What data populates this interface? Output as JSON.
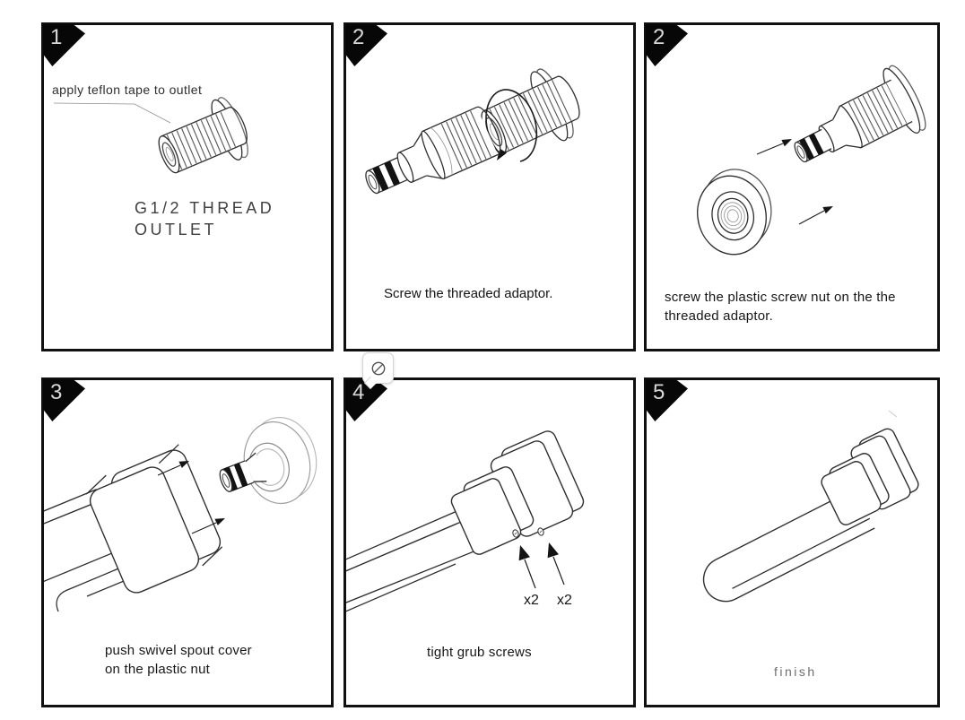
{
  "panels": {
    "step1": {
      "number": "1",
      "callout": "apply teflon tape to outlet",
      "part_label_line1": "G1/2 THREAD",
      "part_label_line2": "OUTLET"
    },
    "step2": {
      "number": "2",
      "caption": "Screw the threaded adaptor."
    },
    "step2b": {
      "number": "2",
      "caption_line1": "screw the plastic screw nut on the the",
      "caption_line2": "threaded adaptor."
    },
    "step3": {
      "number": "3",
      "caption_line1": "push swivel spout cover",
      "caption_line2": "on the plastic nut"
    },
    "step4": {
      "number": "4",
      "caption": "tight grub screws",
      "count_left": "x2",
      "count_right": "x2"
    },
    "step5": {
      "number": "5",
      "caption": "finish"
    }
  },
  "icons": {
    "blocked": "circle-slash"
  },
  "colors": {
    "panel_border": "#101010",
    "badge_bg": "#070707",
    "badge_number": "#d8d8d8",
    "line_art": "#2e2e2e",
    "caption_text": "#161616",
    "cad_text": "#3f3f3f",
    "finish_text": "#6e6e6e",
    "o_ring": "#131313"
  }
}
